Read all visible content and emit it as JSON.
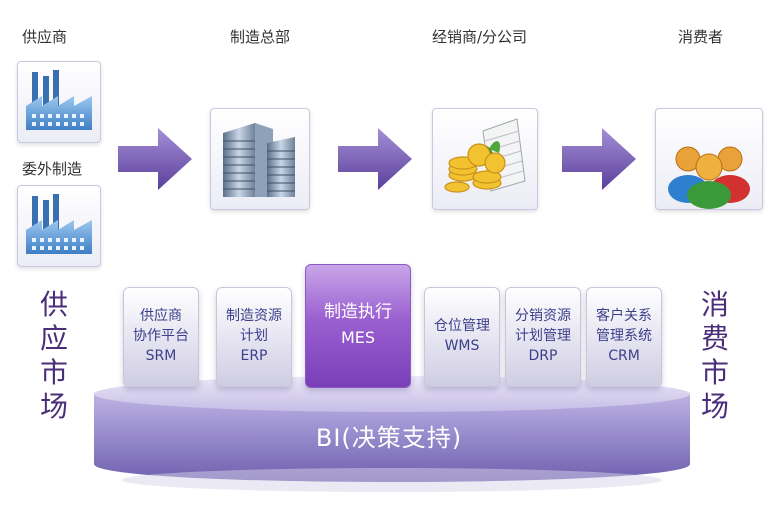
{
  "headers": {
    "supplier": "供应商",
    "hq": "制造总部",
    "distributor": "经销商/分公司",
    "consumer": "消费者"
  },
  "outsource_label": "委外制造",
  "side": {
    "left": "供应市场",
    "right": "消费市场"
  },
  "modules": [
    {
      "l1": "供应商",
      "l2": "协作平台",
      "l3": "SRM",
      "highlight": false
    },
    {
      "l1": "制造资源",
      "l2": "计划",
      "l3": "ERP",
      "highlight": false
    },
    {
      "l1": "制造执行",
      "l2": "MES",
      "l3": "",
      "highlight": true
    },
    {
      "l1": "仓位管理",
      "l2": "WMS",
      "l3": "",
      "highlight": false
    },
    {
      "l1": "分销资源",
      "l2": "计划管理",
      "l3": "DRP",
      "highlight": false
    },
    {
      "l1": "客户关系",
      "l2": "管理系统",
      "l3": "CRM",
      "highlight": false
    }
  ],
  "base_label": "BI(决策支持)",
  "colors": {
    "arrow": "#6a4fa8",
    "side_text": "#4b2d7a",
    "platform": "#8d7fc6",
    "highlight": "#9a5fd0"
  },
  "icons": [
    "factory-icon",
    "factory-icon",
    "office-building-icon",
    "coins-and-building-icon",
    "people-group-icon"
  ]
}
